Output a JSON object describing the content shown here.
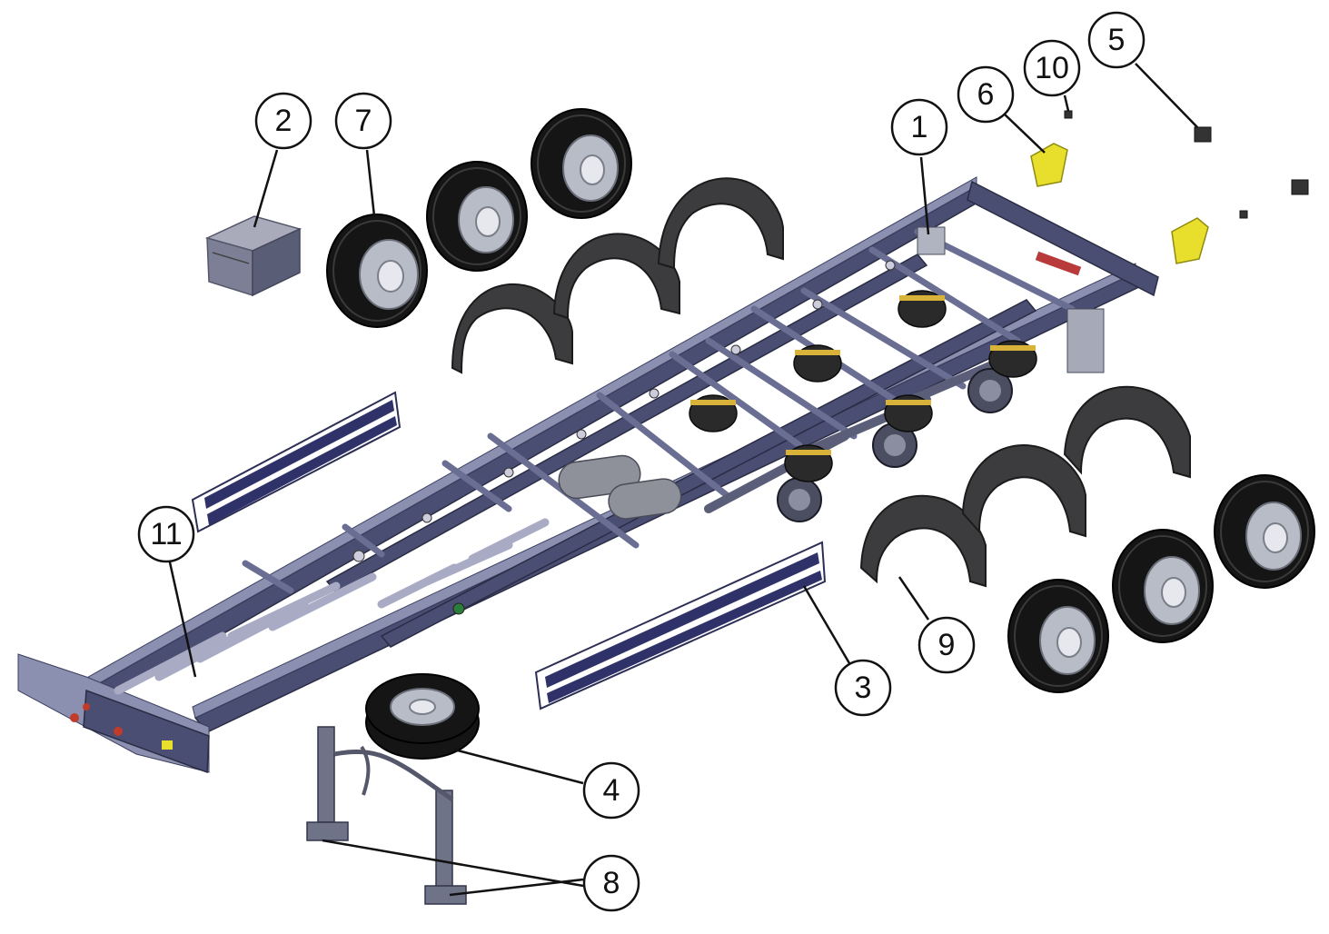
{
  "diagram": {
    "callouts": [
      {
        "id": "1",
        "label": "1"
      },
      {
        "id": "2",
        "label": "2"
      },
      {
        "id": "3",
        "label": "3"
      },
      {
        "id": "4",
        "label": "4"
      },
      {
        "id": "5",
        "label": "5"
      },
      {
        "id": "6",
        "label": "6"
      },
      {
        "id": "7",
        "label": "7"
      },
      {
        "id": "8",
        "label": "8"
      },
      {
        "id": "9",
        "label": "9"
      },
      {
        "id": "10",
        "label": "10"
      },
      {
        "id": "11",
        "label": "11"
      }
    ],
    "colors": {
      "frame": "#4a4e72",
      "tire": "#151515",
      "fender": "#3c3c3e",
      "wedge": "#e8df2c",
      "airbag_band": "#d9b23a"
    }
  }
}
